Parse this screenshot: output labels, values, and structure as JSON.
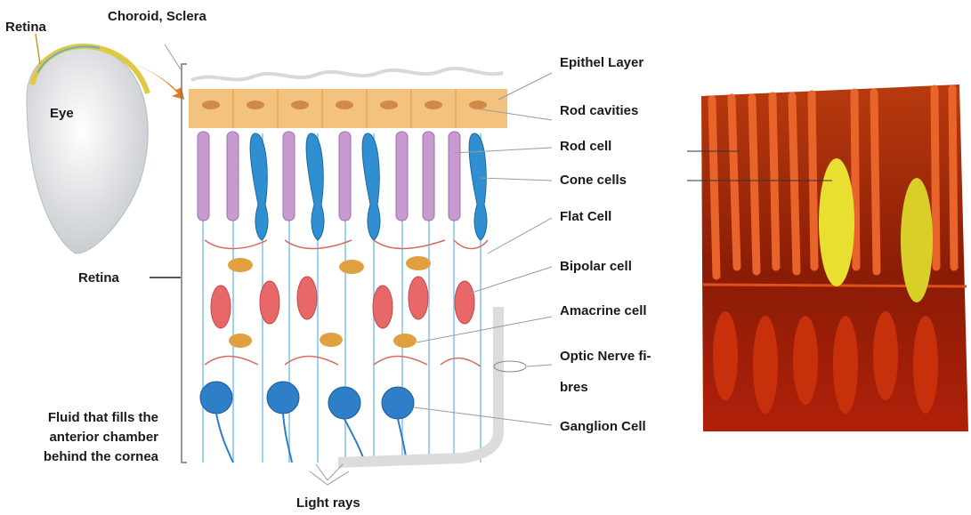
{
  "eye_inset": {
    "eye_label": "Eye",
    "retina_label": "Retina",
    "choroid_sclera_label": "Choroid, Sclera"
  },
  "retina_bracket_label": "Retina",
  "fluid_label": "Fluid that fills the anterior chamber behind the cornea",
  "light_rays_label": "Light rays",
  "right_labels": {
    "epithel_layer": "Epithel Layer",
    "rod_cavities": "Rod cavities",
    "rod_cell": "Rod cell",
    "cone_cells": "Cone cells",
    "flat_cell": "Flat Cell",
    "bipolar_cell": "Bipolar cell",
    "amacrine_cell": "Amacrine cell",
    "optic_nerve_line1": "Optic Nerve fi-",
    "optic_nerve_line2": "bres",
    "ganglion_cell": "Ganglion Cell"
  },
  "colors": {
    "epithel": "#f3c27e",
    "rod": "#c89ad0",
    "cone": "#2f8fd0",
    "bipolar": "#e8686a",
    "flat": "#e0a040",
    "ganglion": "#2f7fc8",
    "fibre": "#9ed2f0",
    "photo_bg": "#7a1a05",
    "photo_rod": "#e8642a",
    "photo_cone": "#e8e030",
    "eye_fill": "#e6e8ea",
    "eye_band": "#e0c840"
  }
}
